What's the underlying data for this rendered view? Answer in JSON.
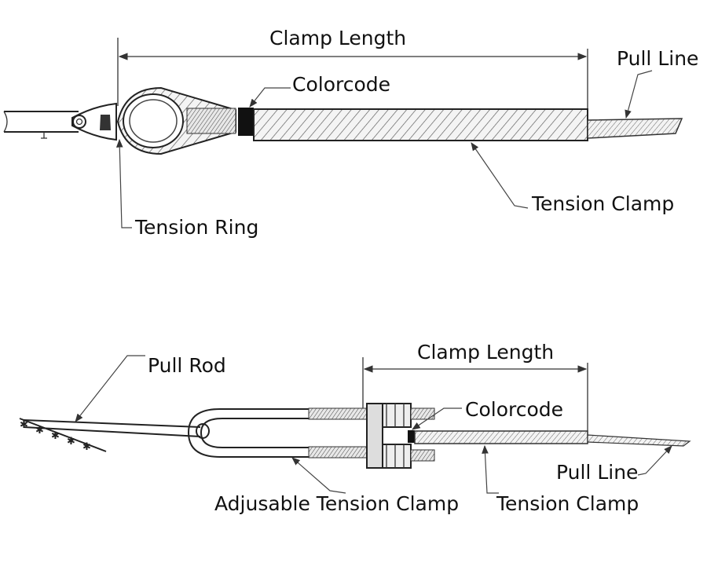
{
  "top": {
    "clamp_length": "Clamp Length",
    "colorcode": "Colorcode",
    "pull_line": "Pull Line",
    "tension_clamp": "Tension Clamp",
    "tension_ring": "Tension Ring"
  },
  "bottom": {
    "clamp_length": "Clamp Length",
    "pull_rod": "Pull Rod",
    "colorcode": "Colorcode",
    "pull_line": "Pull Line",
    "adjustable_tension_clamp": "Adjusable Tension Clamp",
    "tension_clamp": "Tension Clamp"
  },
  "colors": {
    "line": "#333333",
    "colorcode_band": "#111111"
  }
}
